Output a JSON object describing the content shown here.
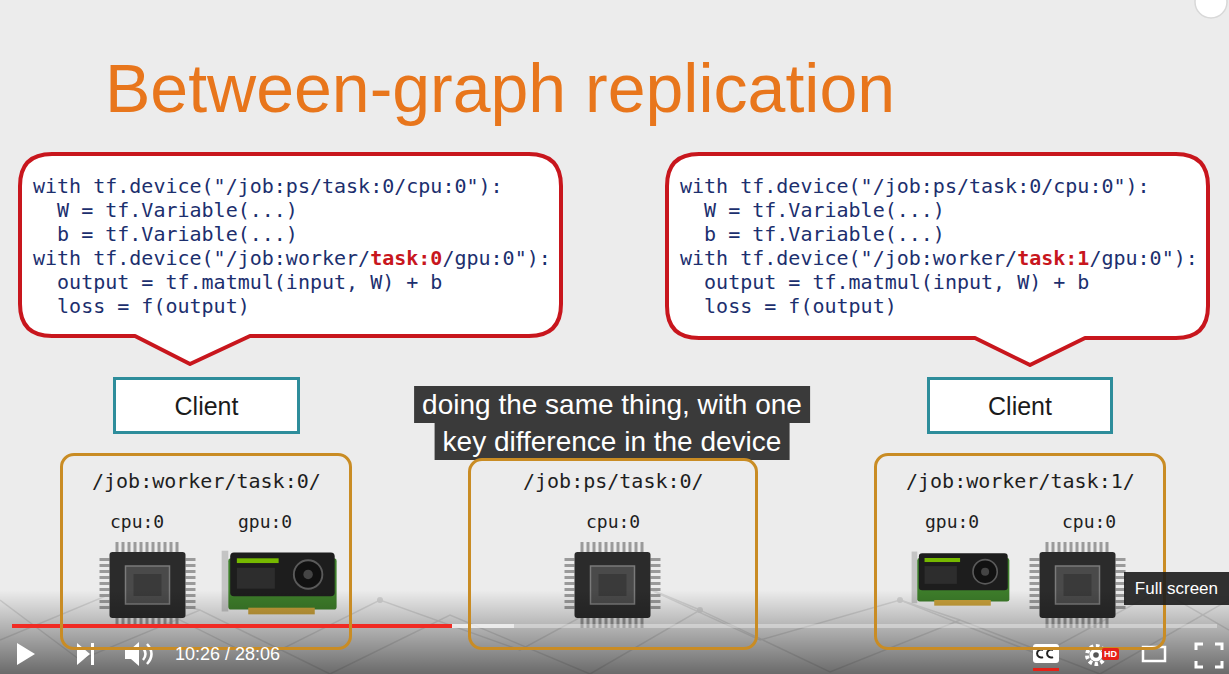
{
  "diagram": {
    "title": "Between-graph replication",
    "nodes": [
      {
        "text": [
          "with tf.device(\"/job:ps/task:0/cpu:0\"):",
          "  W = tf.Variable(...)",
          "  b = tf.Variable(...)",
          "with tf.device(\"/job:worker/",
          "task:0",
          "/gpu:0\"):",
          "  output = tf.matmul(input, W) + b",
          "  loss = f(output)"
        ]
      },
      {
        "text": [
          "with tf.device(\"/job:ps/task:0/cpu:0\"):",
          "  W = tf.Variable(...)",
          "  b = tf.Variable(...)",
          "with tf.device(\"/job:worker/",
          "task:1",
          "/gpu:0\"):",
          "  output = tf.matmul(input, W) + b",
          "  loss = f(output)"
        ]
      },
      {
        "text": [
          "Client"
        ]
      },
      {
        "text": [
          "Client"
        ]
      },
      {
        "text": [
          "/job:worker/task:0/",
          "cpu:0",
          "gpu:0"
        ]
      },
      {
        "text": [
          "/job:ps/task:0/",
          "cpu:0"
        ]
      },
      {
        "text": [
          "/job:worker/task:1/",
          "gpu:0",
          "cpu:0"
        ]
      }
    ],
    "labels": [
      "doing the same thing, with one",
      "key difference in the device",
      "10:26 / 28:06",
      "Full screen",
      "HD"
    ]
  }
}
